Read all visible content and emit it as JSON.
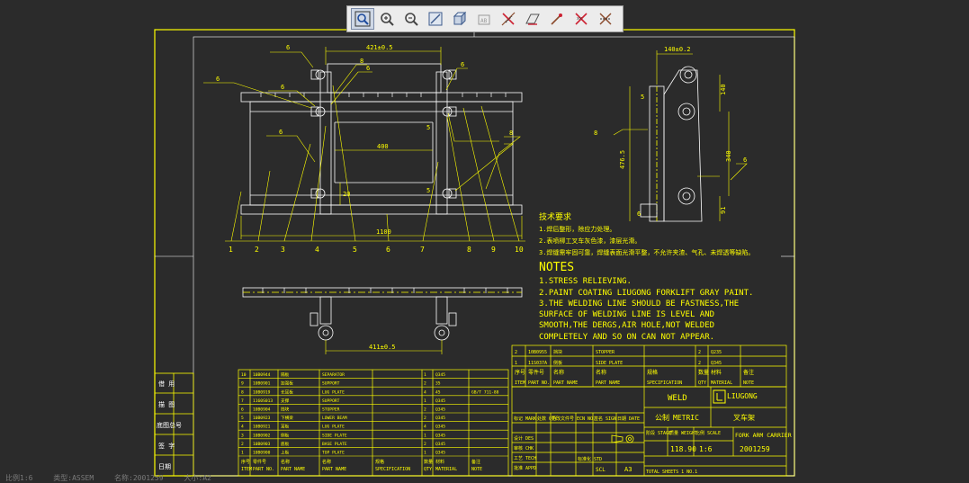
{
  "toolbar": {
    "buttons": [
      {
        "name": "zoom-fit-icon"
      },
      {
        "name": "zoom-in-icon"
      },
      {
        "name": "zoom-out-icon"
      },
      {
        "name": "pan-icon"
      },
      {
        "name": "view-3d-icon"
      },
      {
        "name": "annotation-icon"
      },
      {
        "name": "datum-axis-icon"
      },
      {
        "name": "plane-display-icon"
      },
      {
        "name": "point-display-icon"
      },
      {
        "name": "csys-display-icon"
      },
      {
        "name": "spin-center-icon"
      }
    ]
  },
  "dimensions": {
    "top_width": "421±0.5",
    "inner_width": "400",
    "overall_width": "1100",
    "bottom_width": "411±0.5",
    "side_width": "140±0.2",
    "side_height": "476.5",
    "dim_140": "140",
    "dim_340": "340",
    "dim_20": "20",
    "dim_5": "5",
    "dim_6": "6",
    "dim_91": "91",
    "dim_8": "8"
  },
  "welds": [
    "6",
    "6",
    "6",
    "6",
    "8",
    "6",
    "6",
    "8",
    "6",
    "6"
  ],
  "balloons": [
    "1",
    "2",
    "3",
    "4",
    "5",
    "6",
    "7",
    "8",
    "9",
    "10"
  ],
  "notes": {
    "cn_title": "技术要求",
    "cn_lines": [
      "1.焊后整形，除应力处理。",
      "2.表喷柳工叉车灰色漆，漆层光滑。",
      "3.焊缝需牢固可靠，焊缝表面光滑平整，不允许夹渣、气孔、未焊透等缺陷。"
    ],
    "en_title": "NOTES",
    "en_lines": [
      "1.STRESS RELIEVING.",
      "2.PAINT COATING LIUGONG FORKLIFT GRAY PAINT.",
      "3.THE WELDING LINE SHOULD BE FASTNESS,THE",
      "SURFACE OF WELDING LINE IS LEVEL AND",
      "SMOOTH,THE DERGS,AIR HOLE,NOT WELDED",
      "COMPLETELY AND SO ON CAN NOT APPEAR."
    ]
  },
  "bom_left": {
    "rows": [
      [
        "10",
        "10B0944",
        "隔板",
        "SEPARATOR",
        "1",
        "Q345",
        ""
      ],
      [
        "9",
        "10B0901",
        "加强板",
        "SUPPORT",
        "2",
        "35",
        ""
      ],
      [
        "8",
        "10B0919",
        "长耳板",
        "LUG PLATE",
        "4",
        "45",
        "GB/T 711-88"
      ],
      [
        "7",
        "1160S013",
        "支撑",
        "SUPPORT",
        "1",
        "Q345",
        ""
      ],
      [
        "6",
        "10B0904",
        "挡块",
        "STOPPER",
        "2",
        "Q345",
        ""
      ],
      [
        "5",
        "10B0923",
        "下横梁",
        "LOWER BEAM",
        "2",
        "Q345",
        ""
      ],
      [
        "4",
        "10B0921",
        "耳板",
        "LUG PLATE",
        "4",
        "Q345",
        ""
      ],
      [
        "3",
        "10B0902",
        "侧板",
        "SIDE PLATE",
        "1",
        "Q345",
        ""
      ],
      [
        "2",
        "10B0903",
        "底板",
        "BASE PLATE",
        "2",
        "Q345",
        ""
      ],
      [
        "1",
        "10B0900",
        "上板",
        "TOP PLATE",
        "1",
        "Q345",
        ""
      ]
    ],
    "header_cn": [
      "序号",
      "零件号",
      "名称",
      "名称",
      "规格",
      "数量",
      "材料",
      "备注"
    ],
    "header_en": [
      "ITEM",
      "PART NO.",
      "PART NAME",
      "PART NAME",
      "SPECIFICATION",
      "QTY",
      "MATERIAL",
      "NOTE"
    ]
  },
  "bom_right": {
    "rows": [
      [
        "2",
        "10B0955",
        "挡块",
        "STOPPER",
        "",
        "2",
        "Q235",
        ""
      ],
      [
        "1",
        "11S037A",
        "侧板",
        "SIDE PLATE",
        "",
        "2",
        "Q345",
        ""
      ]
    ],
    "header_cn": [
      "序号",
      "零件号",
      "名称",
      "名称",
      "规格",
      "数量",
      "材料",
      "备注"
    ],
    "header_en": [
      "ITEM",
      "PART NO.",
      "PART NAME",
      "PART NAME",
      "SPECIFICATION",
      "QTY",
      "MATERIAL",
      "NOTE"
    ]
  },
  "title_block": {
    "weld": "WELD",
    "company": "LIUGONG",
    "metric_cn": "公制",
    "metric_en": "METRIC",
    "product_cn": "叉车架",
    "product_en": "FORK ARM CARRIER",
    "stage_label": "阶段 STAGE",
    "weight_label": "质量 WEIGHT",
    "scale_label": "比例 SCALE",
    "weight": "118.90",
    "scale": "1:6",
    "drawing_no": "2001259",
    "sheet": "TOTAL SHEETS 1  NO.1",
    "size": "A3",
    "rev_labels": [
      "设计 DES",
      "审核 CHK",
      "工艺 TECH",
      "批准 APPD"
    ],
    "rev_cols": [
      "标记 MARK",
      "处数 QTY",
      "更改文件号 ECN NO.",
      "签名 SIGN",
      "日期 DATE"
    ],
    "std_label": "标准化 STD",
    "scl_label": "SCL"
  },
  "left_margin_labels": [
    "借 用",
    "描 图",
    "底图总号",
    "签 字",
    "日期"
  ],
  "statusbar": {
    "item1": "比例1:6",
    "item2": "类型:ASSEM",
    "item3": "名称:2001259",
    "item4": "大小:A2"
  },
  "colors": {
    "background": "#2b2b2b",
    "line": "#ffff00",
    "frame": "#ffffff",
    "toolbar": "#ececec"
  }
}
